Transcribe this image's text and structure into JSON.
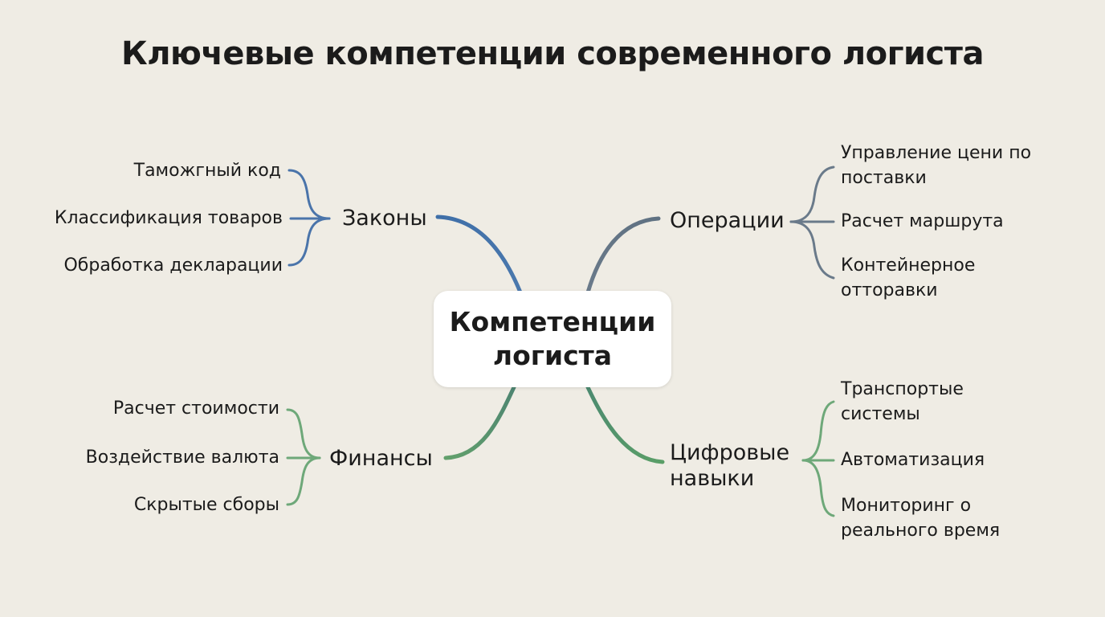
{
  "title": "Ключевые компетенции современного логиста",
  "center": {
    "line1": "Компетенции",
    "line2": "логиста"
  },
  "colors": {
    "background": "#efece4",
    "laws": "#3f6fa8",
    "operations": "#5f7182",
    "finance": "#5d9a6a",
    "digital": "#5a9e67"
  },
  "branches": {
    "laws": {
      "label": "Законы",
      "items": [
        "Таможгный код",
        "Классификация товаров",
        "Обработка декларации"
      ]
    },
    "operations": {
      "label": "Операции",
      "items": [
        {
          "line1": "Управление цени по",
          "line2": "поставки"
        },
        {
          "line1": "Расчет маршрута",
          "line2": ""
        },
        {
          "line1": "Контейнерное",
          "line2": "отторавки"
        }
      ]
    },
    "finance": {
      "label": "Финансы",
      "items": [
        "Расчет стоимости",
        "Воздействие валюта",
        "Скрытые сборы"
      ]
    },
    "digital": {
      "label_line1": "Цифровые",
      "label_line2": "навыки",
      "items": [
        {
          "line1": "Транспортые",
          "line2": "системы"
        },
        {
          "line1": "Автоматизация",
          "line2": ""
        },
        {
          "line1": "Мониторинг о",
          "line2": "реального время"
        }
      ]
    }
  }
}
